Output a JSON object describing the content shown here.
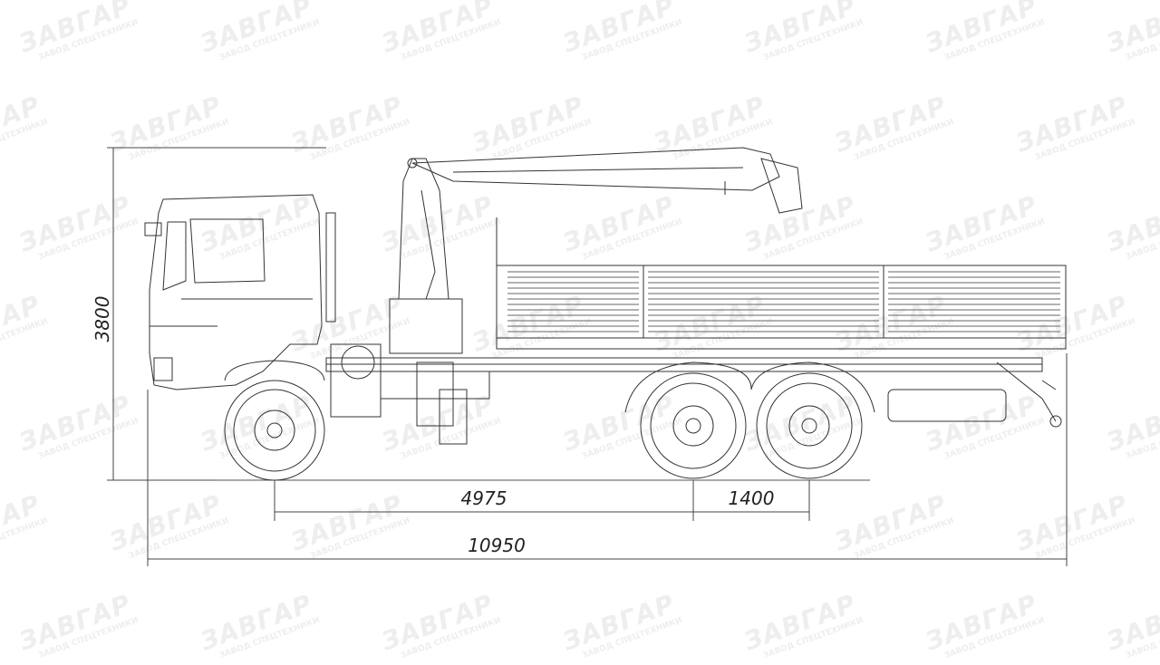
{
  "watermark": {
    "brand": "ЗАВГАР",
    "tagline": "ЗАВОД СПЕЦТЕХНИКИ"
  },
  "dimensions": {
    "height": "3800",
    "wheelbase_front_to_bogie": "4975",
    "bogie_spacing": "1400",
    "overall_length": "10950"
  }
}
